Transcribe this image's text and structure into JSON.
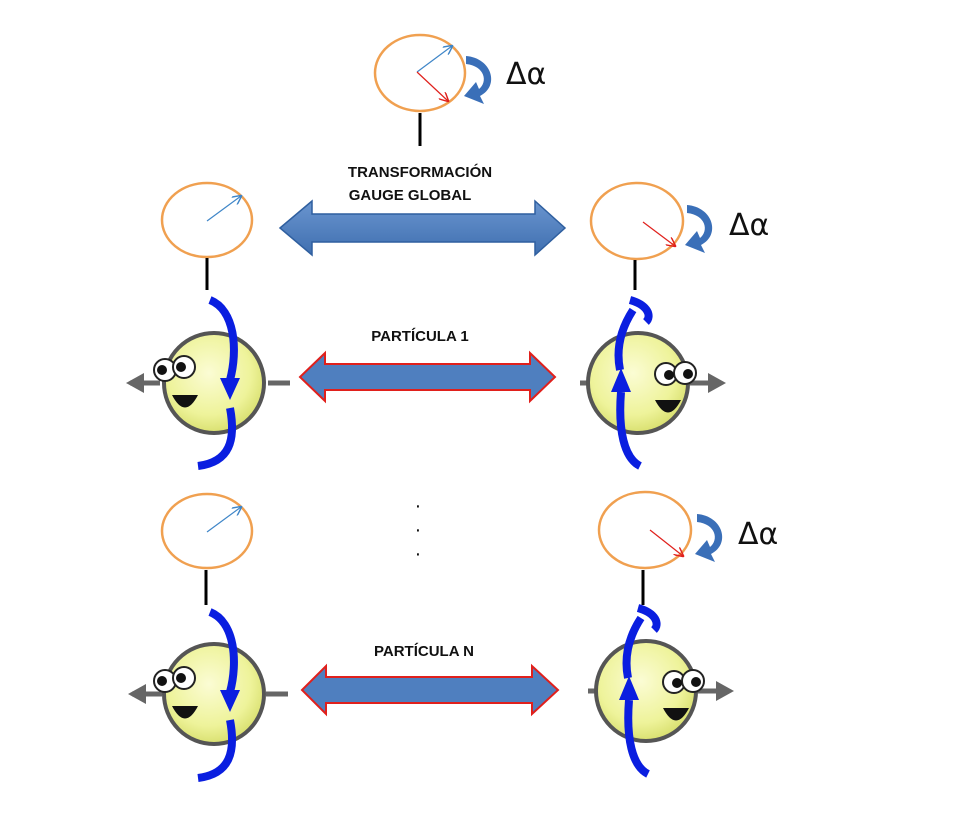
{
  "labels": {
    "transformation_line1": "TRANSFORMACIÓN",
    "transformation_line2": "GAUGE GLOBAL",
    "particle_1": "PARTÍCULA 1",
    "particle_n": "PARTÍCULA N",
    "delta_alpha": "Δα",
    "ellipsis": "·"
  },
  "colors": {
    "phase_circle": "#f0a050",
    "phase_arrow_original": "#3f86c8",
    "phase_arrow_rotated": "#e0201c",
    "big_arrow_fill": "#4f7fbf",
    "big_arrow_stroke": "#2f5f9f",
    "particle_arrow_stroke": "#e0201c",
    "spin_arrow": "#0a1ee0",
    "particle_body": "#f4f7a8",
    "stem": "#000000"
  },
  "icons": {
    "phase": "phase-circle-icon",
    "rotation": "rotation-arrow-icon",
    "particle": "smiley-particle-icon"
  }
}
